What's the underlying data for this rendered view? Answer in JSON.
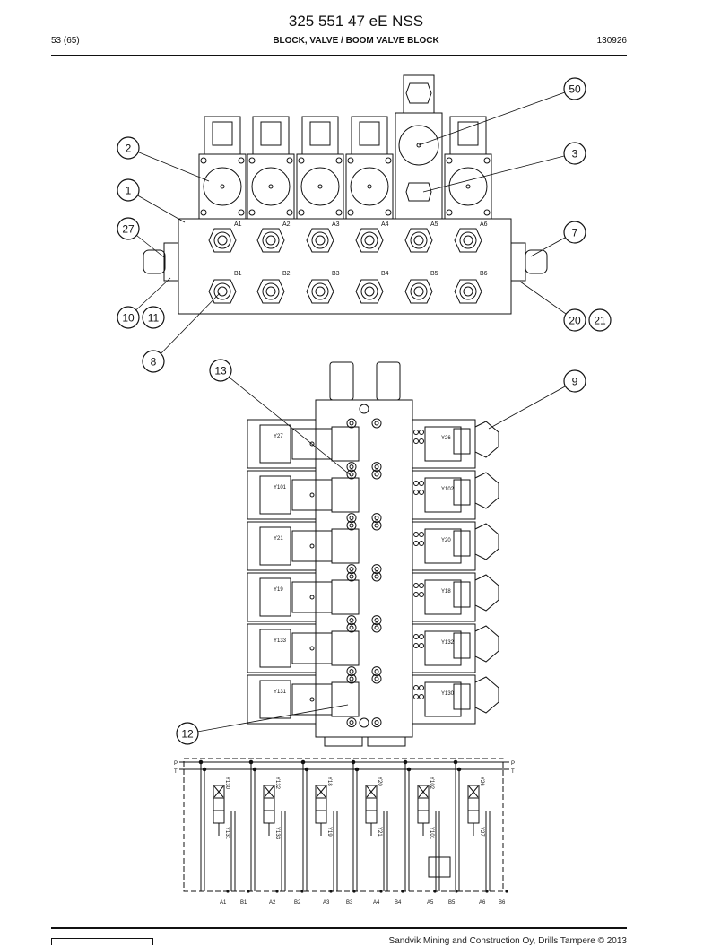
{
  "header": {
    "doc_number": "325 551 47 eE NSS",
    "page": "53 (65)",
    "title": "BLOCK, VALVE / BOOM VALVE BLOCK",
    "date": "130926"
  },
  "callouts": [
    "50",
    "2",
    "3",
    "1",
    "27",
    "7",
    "10",
    "11",
    "20",
    "21",
    "8",
    "13",
    "9",
    "12"
  ],
  "ports_a": [
    "A1",
    "A2",
    "A3",
    "A4",
    "A5",
    "A6"
  ],
  "ports_b": [
    "B1",
    "B2",
    "B3",
    "B4",
    "B5",
    "B6"
  ],
  "solenoids_left": [
    "Y27",
    "Y101",
    "Y21",
    "Y19",
    "Y133",
    "Y131"
  ],
  "solenoids_right": [
    "Y26",
    "Y102",
    "Y20",
    "Y18",
    "Y132",
    "Y130"
  ],
  "schematic": {
    "p": "P",
    "t": "T",
    "top_labels": [
      "Y130",
      "Y132",
      "Y18",
      "Y20",
      "Y102",
      "Y26"
    ],
    "bottom_labels": [
      "Y131",
      "Y133",
      "Y19",
      "Y21",
      "Y101",
      "Y27"
    ],
    "ports": [
      "A1",
      "B1",
      "A2",
      "B2",
      "A3",
      "B3",
      "A4",
      "B4",
      "A5",
      "B5",
      "A6",
      "B6"
    ]
  },
  "footer": {
    "text": "Sandvik Mining and Construction Oy, Drills Tampere © 2013"
  }
}
